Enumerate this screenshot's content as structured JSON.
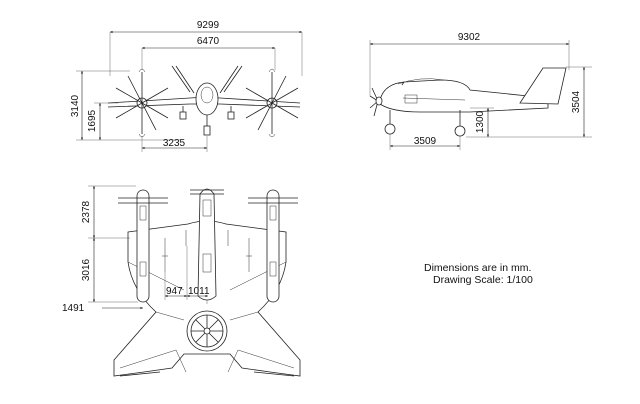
{
  "notes": {
    "units": "Dimensions are in mm.",
    "scale": "Drawing Scale: 1/100"
  },
  "front_view": {
    "total_span": "9299",
    "wing_span": "6470",
    "total_height": "3140",
    "prop_hub_height": "1695",
    "prop_spacing": "3235"
  },
  "side_view": {
    "length": "9302",
    "height": "3504",
    "gear_height": "1300",
    "gear_base": "3509"
  },
  "top_view": {
    "nose_section": "2378",
    "mid_section": "3016",
    "tail_offset": "1491",
    "spacing_a": "947",
    "spacing_b": "1011"
  }
}
